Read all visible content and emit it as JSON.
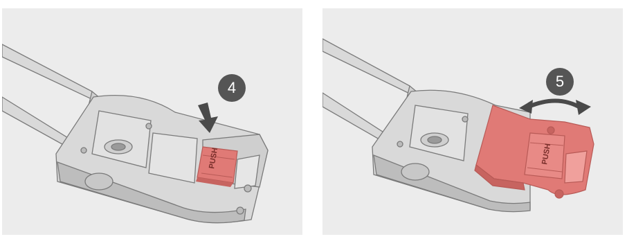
{
  "steps": [
    {
      "number": "4",
      "button_label": "PUSH",
      "arrow": "press-down-arrow"
    },
    {
      "number": "5",
      "button_label": "PUSH",
      "arrow": "rotate-double-arrow"
    }
  ],
  "colors": {
    "panel_bg": "#ececec",
    "metal": "#d9d9d9",
    "metal_dark": "#bdbdbd",
    "outline": "#7a7a7a",
    "red_part": "#e07a76",
    "red_dark": "#b85a56",
    "badge": "#555555",
    "arrow": "#4a4a4a"
  }
}
